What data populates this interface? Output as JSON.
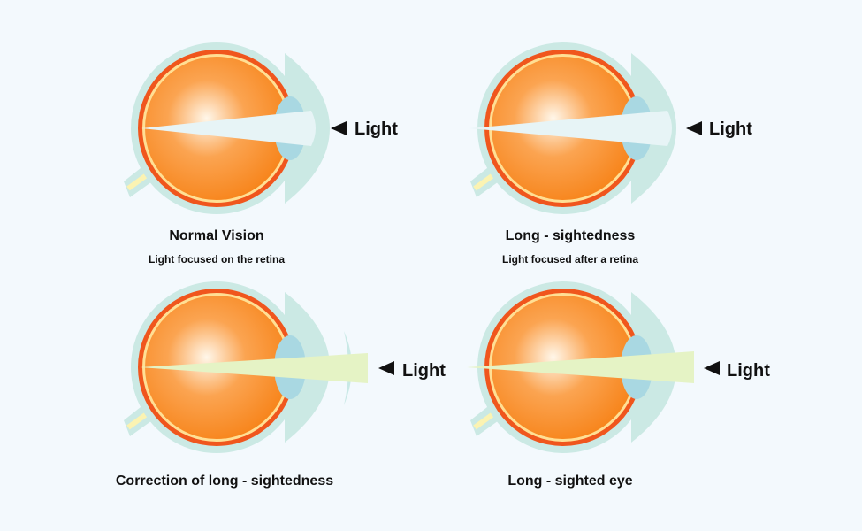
{
  "colors": {
    "background": "#f3f9fd",
    "sclera_outer": "#cbe9e4",
    "choroid": "#f0561d",
    "eyeball_center": "#fff7ea",
    "eyeball_mid": "#fba451",
    "eyeball_edge": "#f7851c",
    "retina_line": "#ffdf94",
    "lens": "#a9d8e2",
    "cornea": "#cbe9e4",
    "optic_nerve": "#fbf3b2",
    "light_beam_blue": "#e7f4f6",
    "light_beam_green": "#e5f3c5",
    "corrective_lens": "#c9e9e6",
    "text": "#111111"
  },
  "panels": [
    {
      "id": "normal-vision",
      "caption": "Normal Vision",
      "subcaption": "Light focused on the retina",
      "light_label": "Light",
      "arrow_icon": "left-arrowhead-icon",
      "focus": "on retina"
    },
    {
      "id": "long-sightedness",
      "caption": "Long - sightedness",
      "subcaption": "Light focused after a retina",
      "light_label": "Light",
      "arrow_icon": "left-arrowhead-icon",
      "focus": "behind retina"
    },
    {
      "id": "correction-of-long-sightedness",
      "caption": "Correction of long - sightedness",
      "light_label": "Light",
      "arrow_icon": "left-arrowhead-icon",
      "corrective_lens": "convex",
      "focus": "on retina"
    },
    {
      "id": "long-sighted-eye",
      "caption": "Long - sighted eye",
      "light_label": "Light",
      "arrow_icon": "left-arrowhead-icon",
      "focus": "behind retina"
    }
  ]
}
